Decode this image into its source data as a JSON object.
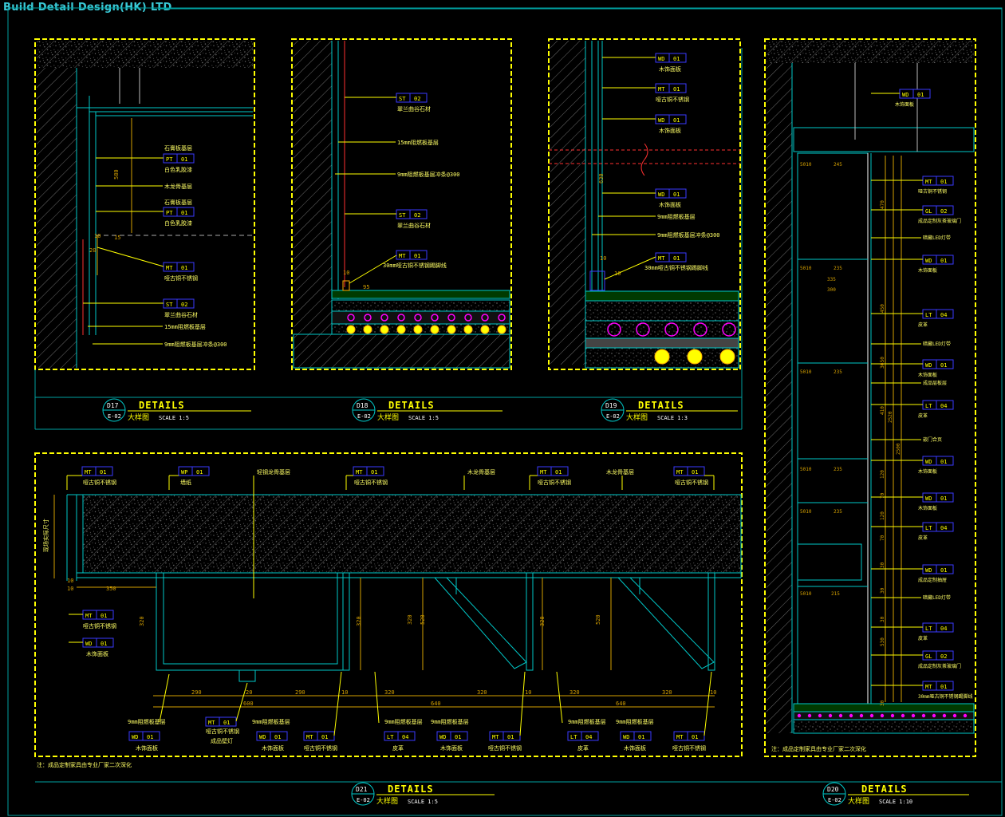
{
  "brand": "Build Detail Design(HK) LTD",
  "colors": {
    "frame": "#ffff00",
    "line": "#00c8c8",
    "tag": "#3a3aff",
    "tagtext": "#ffff00",
    "dim": "#d4a000",
    "note": "#ffff66",
    "hatch": "#6a6a6a",
    "magenta": "#ff00ff",
    "red": "#ff3030"
  },
  "titles": {
    "d17": {
      "code": "D17",
      "sheet": "E-02",
      "title": "DETAILS",
      "sub": "大样图",
      "scale": "SCALE 1:5"
    },
    "d18": {
      "code": "D18",
      "sheet": "E-02",
      "title": "DETAILS",
      "sub": "大样图",
      "scale": "SCALE 1:5"
    },
    "d19": {
      "code": "D19",
      "sheet": "E-02",
      "title": "DETAILS",
      "sub": "大样图",
      "scale": "SCALE 1:3"
    },
    "d21": {
      "code": "D21",
      "sheet": "E-02",
      "title": "DETAILS",
      "sub": "大样图",
      "scale": "SCALE 1:5"
    },
    "d20": {
      "code": "D20",
      "sheet": "E-02",
      "title": "DETAILS",
      "sub": "大样图",
      "scale": "SCALE 1:10"
    }
  },
  "notes": {
    "d21": "注：成品定制家具由专业厂家二次深化",
    "d20": "注：成品定制家具由专业厂家二次深化"
  },
  "d17": {
    "tags": [
      {
        "code": "PT",
        "num": "01",
        "label": "白色乳胶漆",
        "above": "石膏板基层"
      },
      {
        "code": "PT",
        "num": "01",
        "label": "白色乳胶漆",
        "above": "石膏板基层"
      },
      {
        "code": "MT",
        "num": "01",
        "label": "哑古铜不锈钢"
      },
      {
        "code": "ST",
        "num": "02",
        "label": "翠兰曲谷石材"
      }
    ],
    "notes": [
      "木龙骨基层",
      "15mm阻燃板基层",
      "9mm阻燃板基层冲条@300"
    ],
    "dims": [
      "580",
      "15",
      "10",
      "20"
    ]
  },
  "d18": {
    "tags": [
      {
        "code": "ST",
        "num": "02",
        "label": "翠兰曲谷石材"
      },
      {
        "code": "ST",
        "num": "02",
        "label": "翠兰曲谷石材"
      }
    ],
    "notes": [
      "15mm阻燃板基层",
      "9mm阻燃板基层冲条@300",
      "30mm哑古铜不锈钢踢脚线"
    ],
    "dims": [
      "10",
      "95"
    ]
  },
  "d19": {
    "tags": [
      {
        "code": "WD",
        "num": "01",
        "label": "木饰面板"
      },
      {
        "code": "MT",
        "num": "01",
        "label": "哑古铜不锈钢"
      },
      {
        "code": "WD",
        "num": "01",
        "label": "木饰面板"
      },
      {
        "code": "WD",
        "num": "01",
        "label": "木饰面板"
      },
      {
        "code": "MT",
        "num": "01",
        "label": "30mm哑古铜不锈钢踢脚线"
      }
    ],
    "notes": [
      "9mm阻燃板基层",
      "9mm阻燃板基层冲条@300"
    ],
    "dims": [
      "630",
      "10",
      "10"
    ]
  },
  "d21": {
    "tags_top": [
      {
        "code": "MT",
        "num": "01",
        "label": "哑古铜不锈钢"
      },
      {
        "code": "WP",
        "num": "01",
        "label": "墙纸"
      },
      {
        "code": "MT",
        "num": "01",
        "label": "哑古铜不锈钢"
      },
      {
        "code": "MT",
        "num": "01",
        "label": "哑古铜不锈钢"
      },
      {
        "code": "MT",
        "num": "01",
        "label": "哑古铜不锈钢"
      }
    ],
    "notes_top": [
      "轻钢龙骨基层",
      "木龙骨基层",
      "木龙骨基层"
    ],
    "left_label": "现场实际尺寸",
    "tags_left": [
      {
        "code": "MT",
        "num": "01",
        "label": "哑古铜不锈钢"
      },
      {
        "code": "WD",
        "num": "01",
        "label": "木饰面板"
      }
    ],
    "tags_bottom": [
      {
        "code": "WD",
        "num": "01",
        "label": "木饰面板",
        "above": "9mm阻燃板基层"
      },
      {
        "code": "MT",
        "num": "01",
        "label": "哑古铜不锈钢",
        "below": "成品壁灯"
      },
      {
        "code": "WD",
        "num": "01",
        "label": "木饰面板",
        "above": "9mm阻燃板基层"
      },
      {
        "code": "MT",
        "num": "01",
        "label": "哑古铜不锈钢"
      },
      {
        "code": "LT",
        "num": "04",
        "label": "皮革",
        "above": "9mm阻燃板基层"
      },
      {
        "code": "WD",
        "num": "01",
        "label": "木饰面板",
        "above": "9mm阻燃板基层"
      },
      {
        "code": "MT",
        "num": "01",
        "label": "哑古铜不锈钢"
      },
      {
        "code": "LT",
        "num": "04",
        "label": "皮革",
        "above": "9mm阻燃板基层"
      },
      {
        "code": "WD",
        "num": "01",
        "label": "木饰面板",
        "above": "9mm阻燃板基层"
      },
      {
        "code": "MT",
        "num": "01",
        "label": "哑古铜不锈钢"
      }
    ],
    "dims_row1": [
      "290",
      "20",
      "290",
      "10",
      "320",
      "640",
      "320",
      "10",
      "320",
      "640",
      "320",
      "10"
    ],
    "dim_600": "600",
    "dims_misc": [
      "350",
      "320",
      "320",
      "320",
      "520",
      "320",
      "520",
      "10",
      "10"
    ]
  },
  "d20": {
    "tags": [
      {
        "code": "WD",
        "num": "01",
        "label": "木饰面板"
      },
      {
        "code": "MT",
        "num": "01",
        "label": "哑古铜不锈钢"
      },
      {
        "code": "GL",
        "num": "02",
        "label": "成品定制灰茶玻璃门"
      },
      {
        "code": "WD",
        "num": "01",
        "label": "木饰面板"
      },
      {
        "code": "LT",
        "num": "04",
        "label": "皮革"
      },
      {
        "code": "WD",
        "num": "01",
        "label": "木饰面板"
      },
      {
        "code": "LT",
        "num": "04",
        "label": "皮革"
      },
      {
        "code": "WD",
        "num": "01",
        "label": "木饰面板"
      },
      {
        "code": "WD",
        "num": "01",
        "label": "木饰面板"
      },
      {
        "code": "LT",
        "num": "04",
        "label": "皮革"
      },
      {
        "code": "WD",
        "num": "01",
        "label": "成品定制抽屉"
      },
      {
        "code": "LT",
        "num": "04",
        "label": "皮革"
      },
      {
        "code": "GL",
        "num": "02",
        "label": "成品定制灰茶玻璃门"
      },
      {
        "code": "MT",
        "num": "01",
        "label": "30mm哑古铜不锈钢踢脚线"
      }
    ],
    "notes": [
      "暗藏LED灯带",
      "暗藏LED灯带",
      "成品层板层",
      "嵌门合页",
      "暗藏LED灯带"
    ],
    "dims_left": [
      "5010",
      "5010",
      "5010",
      "5010",
      "5010",
      "5010"
    ],
    "dims_inner": [
      "245",
      "235",
      "335",
      "300",
      "235",
      "235",
      "235",
      "215"
    ],
    "dims_right": [
      "470",
      "450",
      "450",
      "30",
      "410",
      "120",
      "70",
      "120",
      "70",
      "30",
      "30",
      "30",
      "530",
      "30"
    ],
    "dims_totals": [
      "2520",
      "2500"
    ]
  }
}
